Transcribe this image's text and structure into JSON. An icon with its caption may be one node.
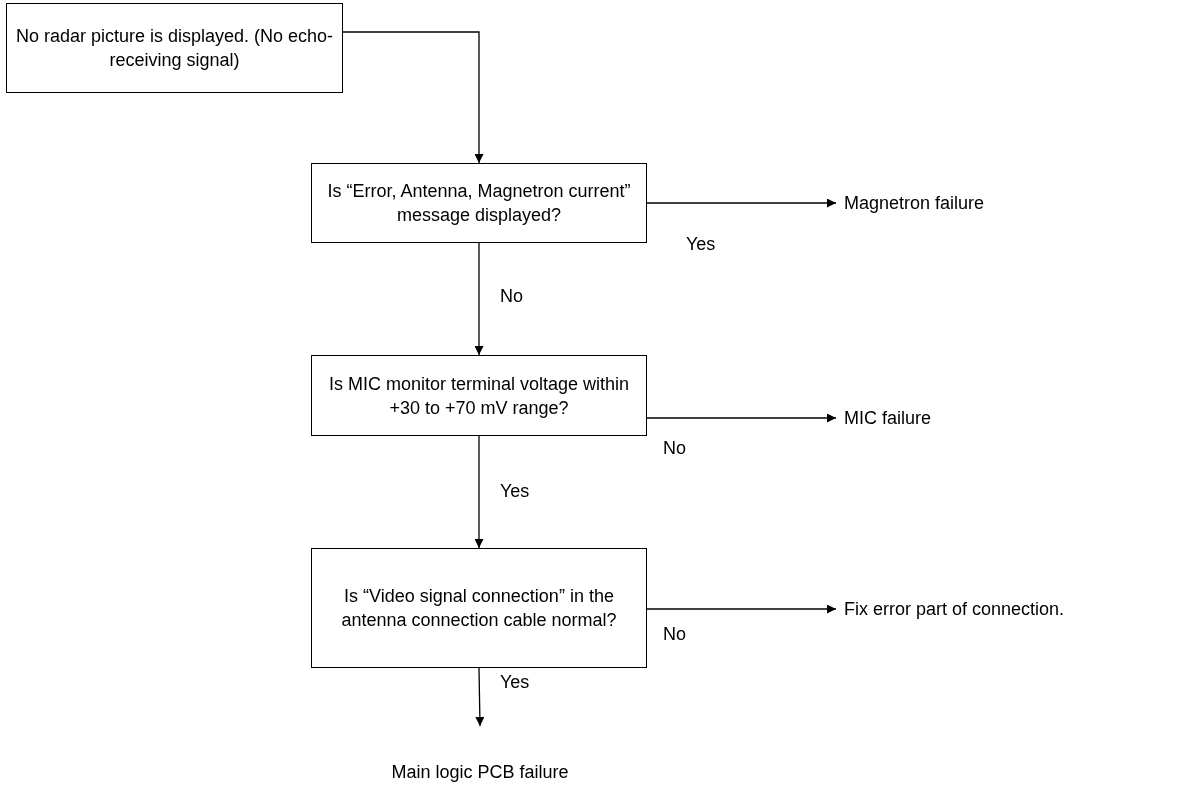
{
  "diagram": {
    "nodes": [
      {
        "text": [
          "No radar picture is displayed. (No echo-receiving signal)"
        ]
      },
      {
        "text": [
          "Is “Error, Antenna, Magnetron current” message displayed?"
        ]
      },
      {
        "text": [
          "Is MIC monitor terminal voltage within +30 to +70 mV range?"
        ]
      },
      {
        "text": [
          "Is “Video signal connection” in the antenna connection cable normal?"
        ]
      },
      {
        "text": [
          "Magnetron failure"
        ]
      },
      {
        "text": [
          "MIC failure"
        ]
      },
      {
        "text": [
          "Fix error part of connection."
        ]
      },
      {
        "text": [
          "Main logic PCB failure"
        ]
      }
    ],
    "edges": [
      {
        "from": 0,
        "to": 1,
        "arrow": "to"
      },
      {
        "from": 1,
        "to": 4,
        "arrow": "to",
        "label": "Yes"
      },
      {
        "from": 1,
        "to": 2,
        "arrow": "to",
        "label": "No"
      },
      {
        "from": 2,
        "to": 5,
        "arrow": "to",
        "label": "No"
      },
      {
        "from": 2,
        "to": 3,
        "arrow": "to",
        "label": "Yes"
      },
      {
        "from": 3,
        "to": 6,
        "arrow": "to",
        "label": "No"
      },
      {
        "from": 3,
        "to": 7,
        "arrow": "to",
        "label": "Yes"
      }
    ]
  }
}
